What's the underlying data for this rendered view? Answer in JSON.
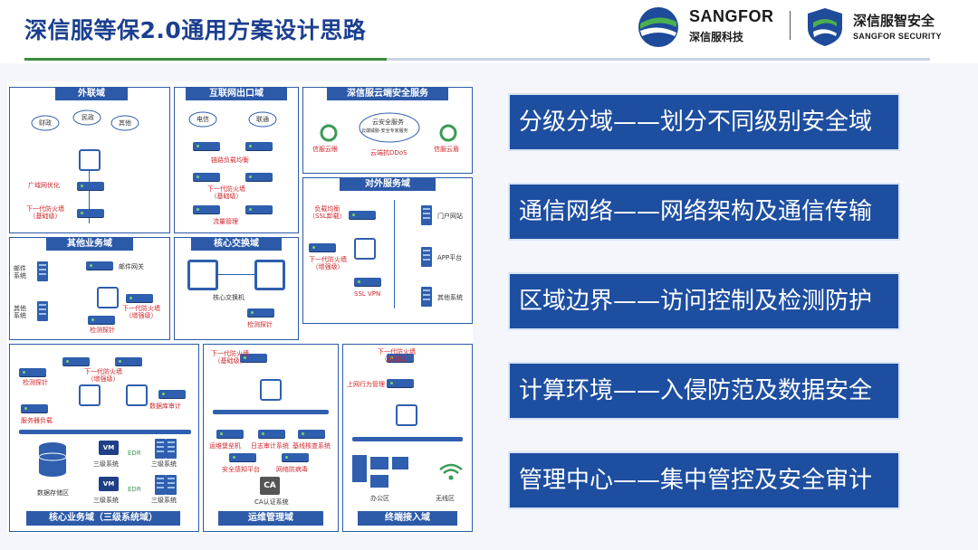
{
  "header": {
    "title": "深信服等保2.0通用方案设计思路",
    "logo_left": {
      "brand": "SANGFOR",
      "sub": "深信服科技"
    },
    "logo_right": {
      "brand": "深信服智安全",
      "sub": "SANGFOR SECURITY"
    }
  },
  "diagram": {
    "zones": {
      "external": "外联域",
      "internet_exit": "互联网出口域",
      "cloud_service": "深信服云端安全服务",
      "public_service": "对外服务域",
      "other_business": "其他业务域",
      "core_switch": "核心交换域",
      "core_business": "核心业务域（三级系统域）",
      "ops": "运维管理域",
      "terminal": "终端接入域"
    },
    "labels": {
      "cloud_a": "财政",
      "cloud_b": "民政",
      "cloud_c": "其他",
      "wan_opt": "广域网优化",
      "ngfw_basic_1": "下一代防火墙\n（基础级）",
      "telecom": "电信",
      "unicom": "联通",
      "link_lb": "链路负载均衡",
      "ngfw_basic_2": "下一代防火墙\n（基础级）",
      "traffic_mgmt": "流量管理",
      "xinfu_cloud_eye": "信服云眼",
      "cloud_sec_service": "云安全服务",
      "cloud_sec_sub": "云端威胁·安全专家服务",
      "cloud_ddos": "云端抗DDoS",
      "xinfu_cloud_shield": "信服云盾",
      "load_balance": "负载均衡\n（SSL卸载）",
      "portal": "门户网站",
      "app_platform": "APP平台",
      "ngfw_enhanced_pub": "下一代防火墙\n（增强级）",
      "ssl_vpn": "SSL VPN",
      "other_systems": "其他系统",
      "mail_system": "邮件\n系统",
      "mail_gateway": "邮件网关",
      "other_system_2": "其他\n系统",
      "ngfw_enhanced_other": "下一代防火墙\n（增强级）",
      "probe_1": "检测探针",
      "core_switch_dev": "核心交换机",
      "probe_2": "检测探针",
      "probe_3": "检测探针",
      "ngfw_enhanced_core": "下一代防火墙\n（增强级）",
      "server_lb": "服务器负载",
      "db_audit": "数据库审计",
      "data_storage": "数据存储区",
      "vm": "VM",
      "edr": "EDR",
      "level3_a": "三级系统",
      "level3_b": "三级系统",
      "level3_c": "三级系统",
      "level3_d": "三级系统",
      "ngfw_basic_ops": "下一代防火墙\n（基础级）",
      "bastion": "运维堡垒机",
      "log_audit": "日志审计系统",
      "baseline": "基线核查系统",
      "sec_platform": "安全感知平台",
      "antivirus": "网络防病毒",
      "ca": "CA",
      "ca_label": "CA认证系统",
      "ngfw_basic_term": "下一代防火墙\n（基础级）",
      "behavior_mgmt": "上网行为管理",
      "office_area": "办公区",
      "wireless_area": "无线区"
    }
  },
  "items": [
    {
      "text": "分级分域——划分不同级别安全域"
    },
    {
      "text": "通信网络——网络架构及通信传输"
    },
    {
      "text": "区域边界——访问控制及检测防护"
    },
    {
      "text": "计算环境——入侵防范及数据安全"
    },
    {
      "text": "管理中心——集中管控及安全审计"
    }
  ],
  "colors": {
    "title": "#1b3f8f",
    "item_bg": "#1d4ea0",
    "zone": "#2c5aa8",
    "accent_red": "#d0262b"
  }
}
